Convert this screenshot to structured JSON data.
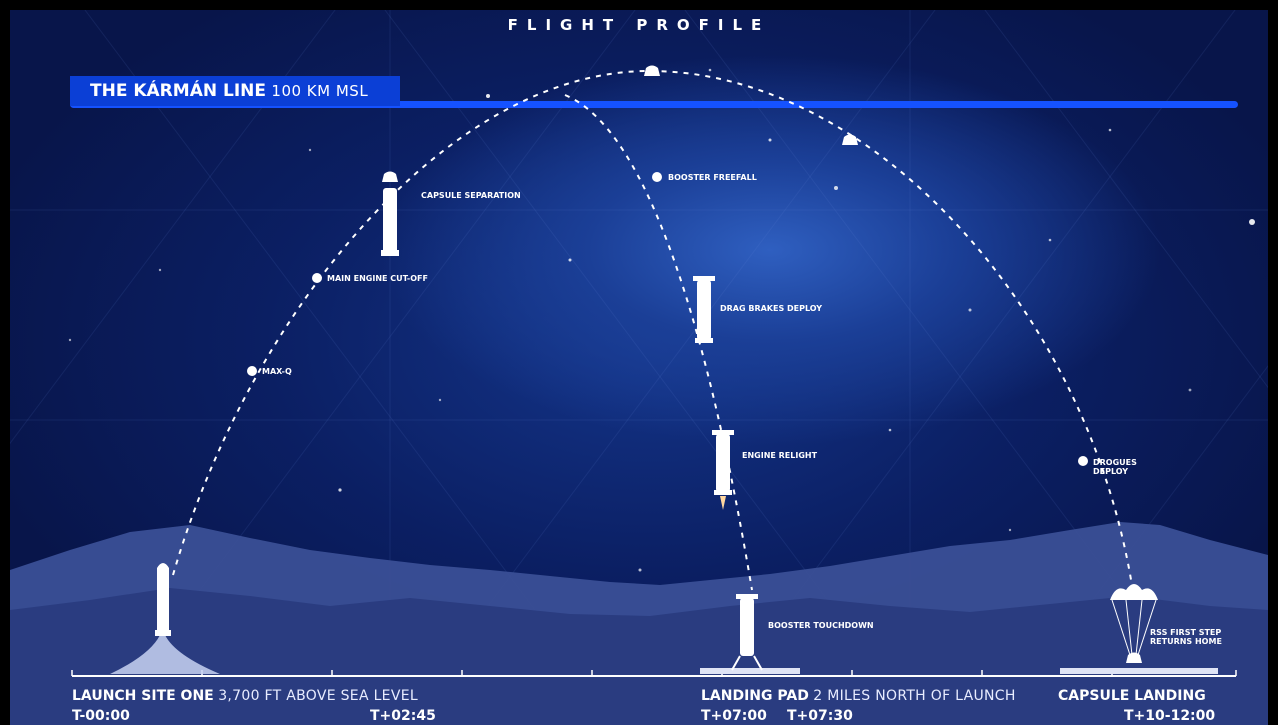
{
  "title": "FLIGHT PROFILE",
  "karman": {
    "name": "THE KÁRMÁN LINE",
    "altitude": "100 KM MSL"
  },
  "events": {
    "max_q": "MAX-Q",
    "meco": "MAIN ENGINE CUT-OFF",
    "capsule_separation": "CAPSULE SEPARATION",
    "booster_freefall": "BOOSTER FREEFALL",
    "drag_brakes": "DRAG BRAKES DEPLOY",
    "engine_relight": "ENGINE RELIGHT",
    "drogues_line1": "DROGUES",
    "drogues_line2": "DEPLOY",
    "booster_touchdown": "BOOSTER TOUCHDOWN",
    "rss_line1": "RSS FIRST STEP",
    "rss_line2": "RETURNS HOME"
  },
  "sites": {
    "launch": {
      "name": "LAUNCH SITE ONE",
      "detail": "3,700 FT ABOVE SEA LEVEL"
    },
    "landing_pad": {
      "name": "LANDING PAD",
      "detail": "2 MILES NORTH OF LAUNCH"
    },
    "capsule": {
      "name": "CAPSULE LANDING"
    }
  },
  "times": {
    "t0": "T-00:00",
    "t1": "T+02:45",
    "t2": "T+07:00",
    "t3": "T+07:30",
    "t4": "T+10-12:00"
  },
  "colors": {
    "accent": "#0b3fd6",
    "line": "#1552ff",
    "sky": "#0b1f63",
    "ground": "#34478f"
  }
}
